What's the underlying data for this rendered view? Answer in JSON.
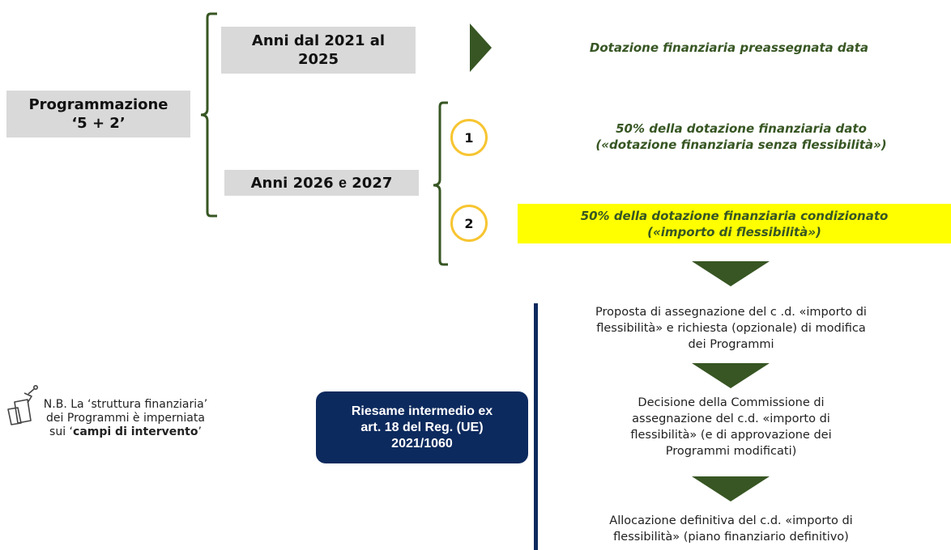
{
  "programmazione": {
    "line1": "Programmazione",
    "line2": "‘5 + 2’"
  },
  "period_1": {
    "line1": "Anni dal 2021 al",
    "line2": "2025",
    "result": "Dotazione finanziaria preassegnata data"
  },
  "period_2": {
    "label_prefix": "Anni 2026",
    "label_conj": "e",
    "label_suffix": "2027",
    "items": [
      {
        "number": "1",
        "line1": "50% della dotazione finanziaria dato",
        "line2": "(«dotazione finanziaria senza flessibilità»)"
      },
      {
        "number": "2",
        "line1": "50% della dotazione finanziaria condizionato",
        "line2": "(«importo di flessibilità»)"
      }
    ]
  },
  "riesame": {
    "line1": "Riesame intermedio ex",
    "line2": "art. 18 del Reg. (UE)",
    "line3": "2021/1060"
  },
  "steps": [
    {
      "line1": "Proposta di assegnazione del c .d. «importo di",
      "line2": "flessibilità» e richiesta (opzionale) di modifica",
      "line3": "dei Programmi"
    },
    {
      "line1": "Decisione della Commissione di",
      "line2": "assegnazione del c.d. «importo di",
      "line3": "flessibilità» (e di approvazione dei",
      "line4": "Programmi modificati)"
    },
    {
      "line1": "Allocazione definitiva del c.d. «importo di",
      "line2": "flessibilità» (piano finanziario definitivo)"
    }
  ],
  "note": {
    "part1": "N.B. La ‘struttura finanziaria’ dei Programmi è imperniata sui ‘",
    "bold": "campi di intervento",
    "part2": "’"
  },
  "colors": {
    "bracket_green": "#375623",
    "arrow_green": "#375623",
    "circle_border": "#f7c531",
    "highlight_yellow": "#ffff00",
    "navy": "#0d2a5e",
    "box_gray": "#d9d9d9"
  },
  "icons": {
    "note": "note-pin-icon"
  }
}
